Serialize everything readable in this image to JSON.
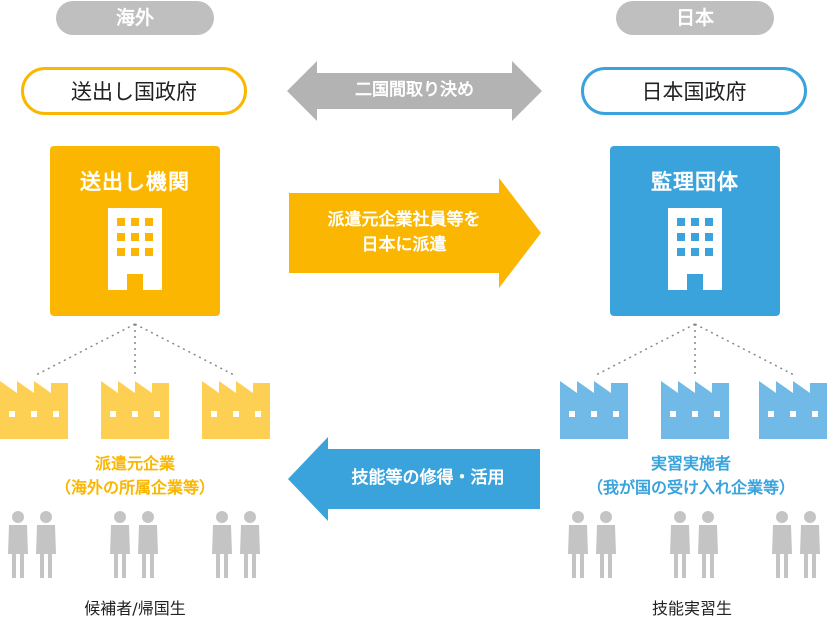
{
  "regions": {
    "left": "海外",
    "right": "日本"
  },
  "top_row": {
    "left_label": "送出し国政府",
    "center_label": "二国間取り決め",
    "right_label": "日本国政府"
  },
  "organizations": {
    "left_title": "送出し機関",
    "right_title": "監理団体"
  },
  "arrows": {
    "dispatch_line1": "派遣元企業社員等を",
    "dispatch_line2": "日本に派遣",
    "skills_label": "技能等の修得・活用"
  },
  "companies": {
    "left_line1": "派遣元企業",
    "left_line2": "（海外の所属企業等）",
    "right_line1": "実習実施者",
    "right_line2": "（我が国の受け入れ企業等）"
  },
  "people": {
    "left_caption": "候補者/帰国生",
    "right_caption": "技能実習生"
  },
  "colors": {
    "orange": "#fbb601",
    "orange_light": "#fdd053",
    "blue": "#3aa3dc",
    "blue_light": "#71b9e6",
    "gray": "#bfbfbf",
    "person": "#c4c4c4"
  },
  "icons": {
    "building": "building-icon",
    "factory": "factory-icon",
    "person": "person-icon"
  }
}
